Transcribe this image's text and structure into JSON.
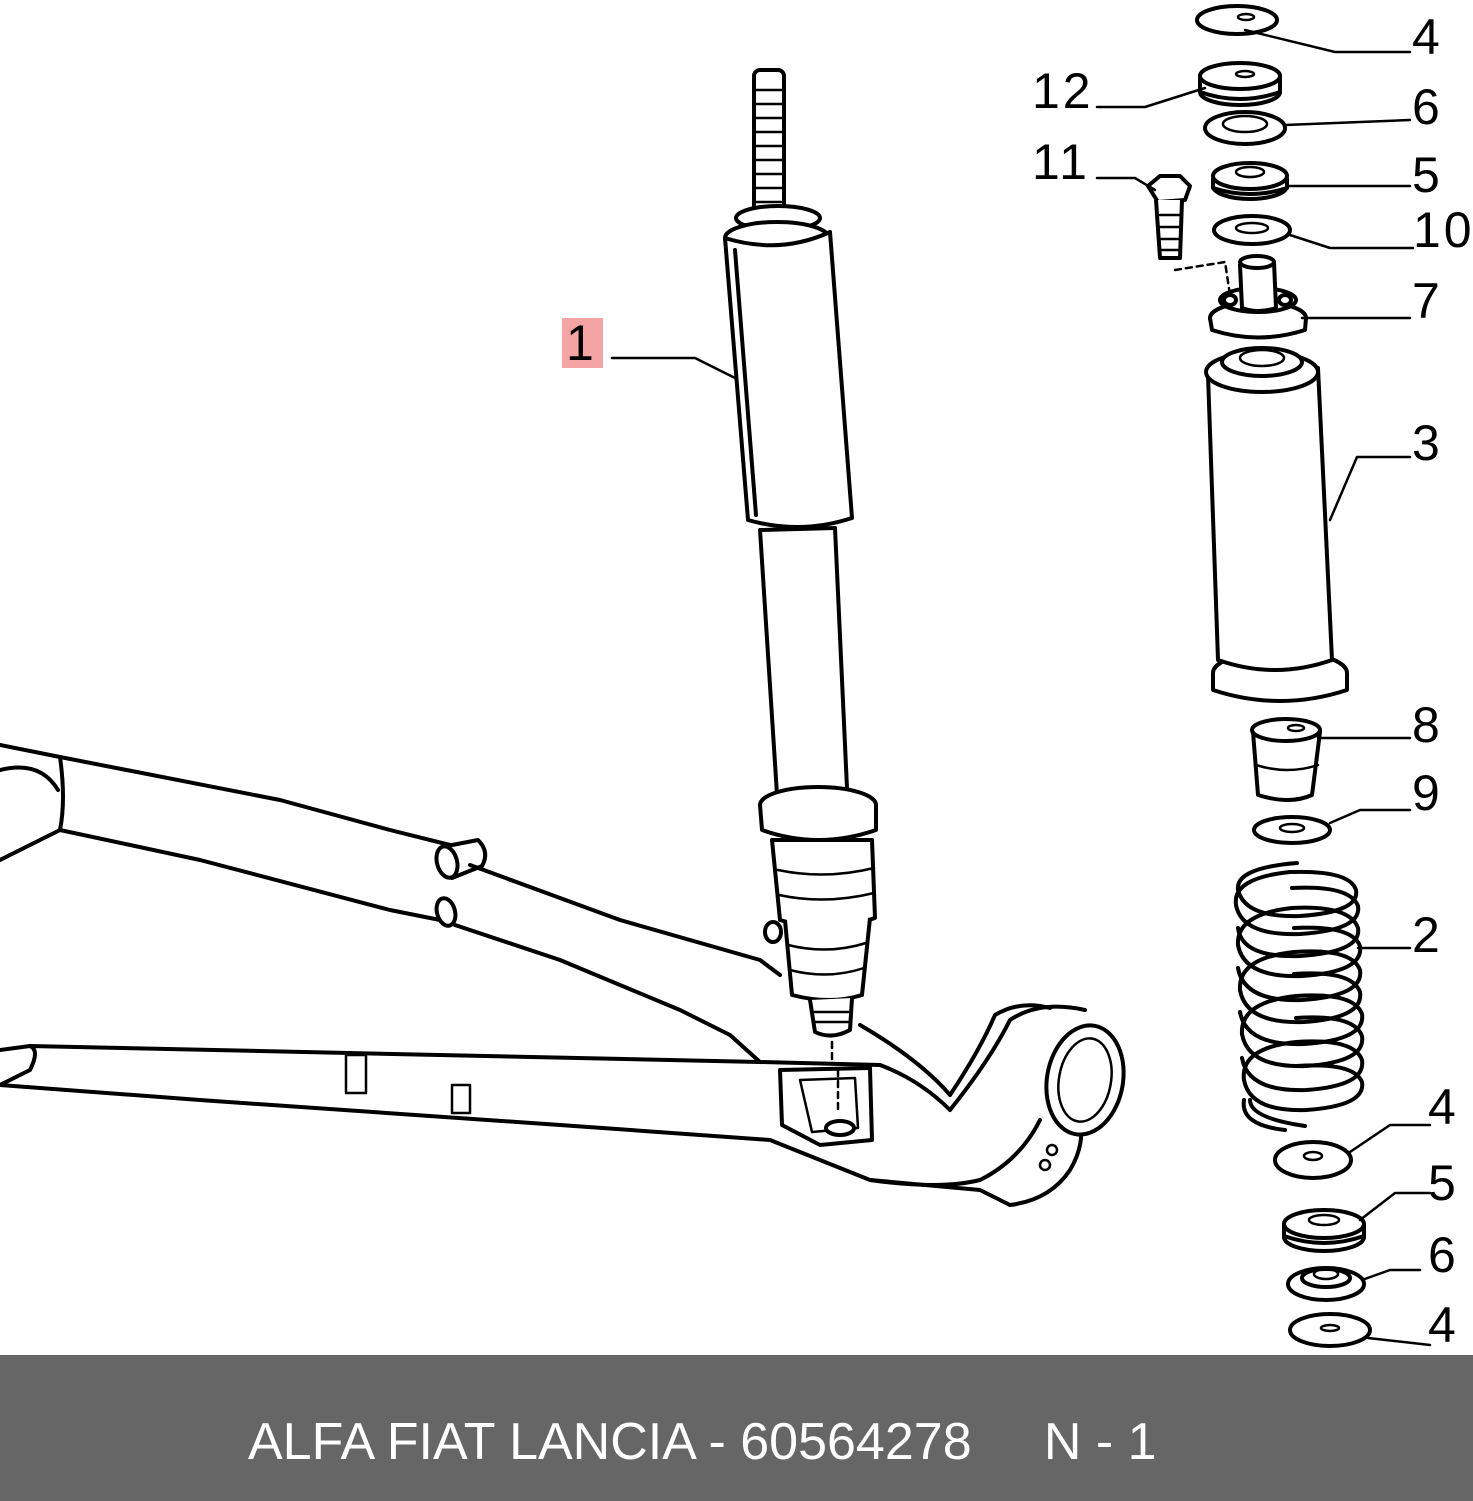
{
  "callouts": {
    "c1": "1",
    "c2": "2",
    "c3": "3",
    "c4a": "4",
    "c4b": "4",
    "c4c": "4",
    "c5a": "5",
    "c5b": "5",
    "c6a": "6",
    "c6b": "6",
    "c7": "7",
    "c8": "8",
    "c9": "9",
    "c10": "10",
    "c11": "11",
    "c12": "12"
  },
  "footer": {
    "text": "ALFA FIAT LANCIA - 60564278     N - 1"
  },
  "colors": {
    "highlight": "#ec5a5a",
    "footer_background": "#666666",
    "footer_text": "#ffffff"
  }
}
